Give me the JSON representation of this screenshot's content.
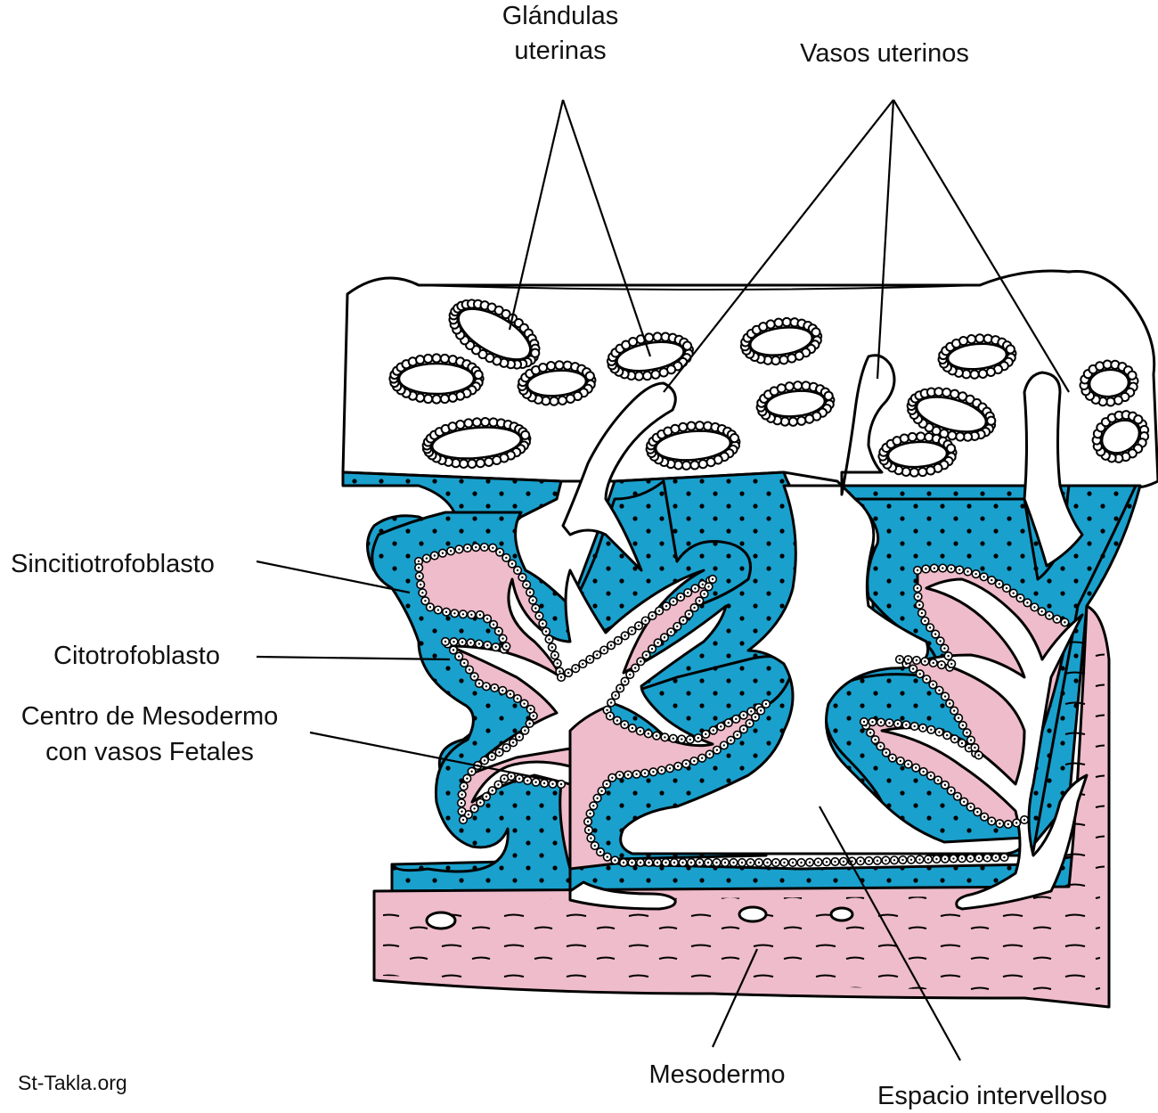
{
  "labels": {
    "glandulas_line1": "Glándulas",
    "glandulas_line2": "uterinas",
    "vasos": "Vasos uterinos",
    "sincitio": "Sincitiotrofoblasto",
    "citotrofo": "Citotrofoblasto",
    "centro_line1": "Centro de Mesodermo",
    "centro_line2": "con vasos Fetales",
    "mesodermo": "Mesodermo",
    "espacio": "Espacio intervelloso"
  },
  "watermark": "St-Takla.org",
  "colors": {
    "syncytio_blue": "#1aa0cc",
    "mesoderm_pink": "#efbccb",
    "background": "#ffffff",
    "outline": "#000000"
  }
}
